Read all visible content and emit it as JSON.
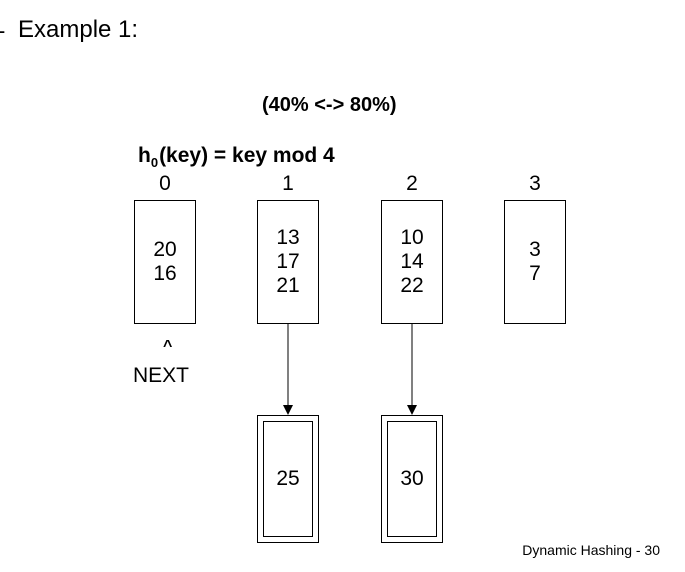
{
  "bullet": "-",
  "heading": "Example 1:",
  "load_range": "(40% <-> 80%)",
  "hash_function": {
    "prefix": "h",
    "subscript": "0",
    "rest": "(key) = key mod 4"
  },
  "buckets": [
    {
      "index": "0",
      "values": [
        "20",
        "16"
      ]
    },
    {
      "index": "1",
      "values": [
        "13",
        "17",
        "21"
      ]
    },
    {
      "index": "2",
      "values": [
        "10",
        "14",
        "22"
      ]
    },
    {
      "index": "3",
      "values": [
        "3",
        "7"
      ]
    }
  ],
  "overflow": [
    {
      "of_bucket": "1",
      "value": "25"
    },
    {
      "of_bucket": "2",
      "value": "30"
    }
  ],
  "pointer": {
    "caret": "^",
    "label": "NEXT"
  },
  "footer": "Dynamic Hashing - 30"
}
